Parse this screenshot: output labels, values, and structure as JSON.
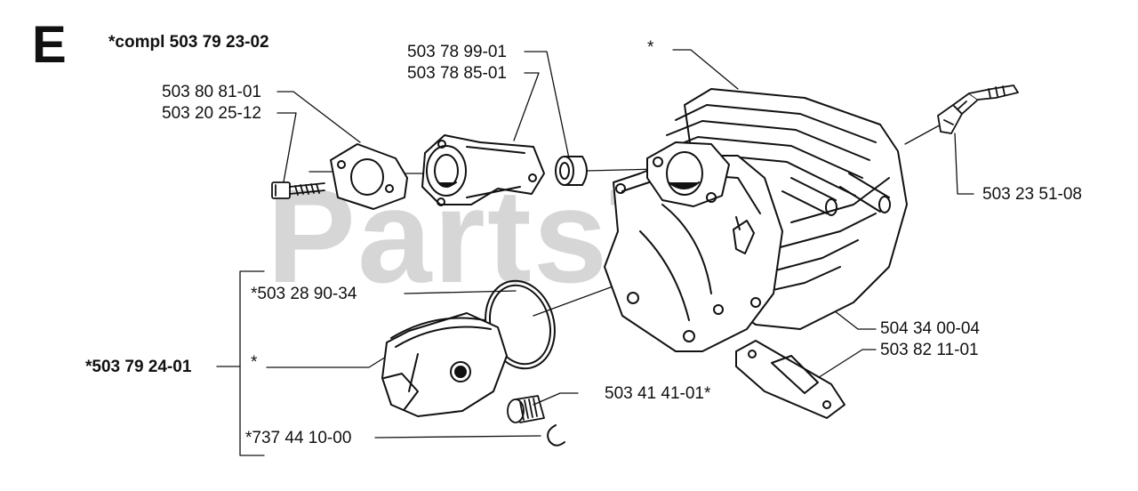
{
  "section": {
    "letter": "E",
    "complete_kit": "*compl 503 79 23-02"
  },
  "watermark": "PartsTree",
  "parts": {
    "sleeve_a": "503 78 99-01",
    "sleeve_b": "503 78 85-01",
    "flange_a": "503 80 81-01",
    "screw": "503 20 25-12",
    "cylinder": "*",
    "spark_plug": "503 23 51-08",
    "decomp_valve": "504 34 00-04",
    "gasket": "503 82 11-01",
    "bearing": "503 41 41-01*"
  },
  "piston_kit": {
    "label": "*503 79 24-01",
    "ring": "*503 28 90-34",
    "piston": "*",
    "circlip": "*737 44 10-00"
  }
}
